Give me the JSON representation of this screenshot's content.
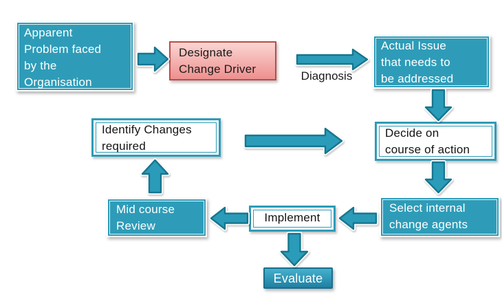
{
  "diagram": {
    "nodes": {
      "apparent_problem": {
        "label": "Apparent\nProblem faced\nby the\nOrganisation",
        "style": "teal"
      },
      "designate_change_driver": {
        "label": "Designate\nChange Driver",
        "style": "pink"
      },
      "actual_issue": {
        "label": "Actual Issue\nthat needs to\nbe addressed",
        "style": "teal"
      },
      "decide_course": {
        "label": "Decide on\ncourse of action",
        "style": "white"
      },
      "identify_changes": {
        "label": "Identify Changes\nrequired",
        "style": "white"
      },
      "select_agents": {
        "label": "Select internal\nchange agents",
        "style": "teal"
      },
      "implement": {
        "label": "Implement",
        "style": "white"
      },
      "mid_course_review": {
        "label": "Mid course\nReview",
        "style": "teal"
      },
      "evaluate": {
        "label": "Evaluate",
        "style": "teal-gradient"
      }
    },
    "edge_labels": {
      "diagnosis": "Diagnosis"
    },
    "colors": {
      "teal_fill": "#2E9CB8",
      "teal_arrow_border": "#17768F",
      "pink_top": "#FAD6D3",
      "pink_bottom": "#EE908E",
      "pink_border": "#BE4B48",
      "evaluate_top": "#45B1CD",
      "evaluate_bottom": "#1F7FA2",
      "text_on_teal": "#FFFFFF",
      "text_dark": "#1A1A1A"
    }
  }
}
